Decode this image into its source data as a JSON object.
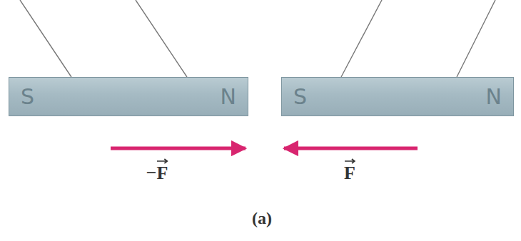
{
  "diagram": {
    "nodes": [
      {
        "text": [
          "S",
          "N"
        ]
      },
      {
        "text": [
          "S",
          "N"
        ]
      }
    ],
    "labels": [
      "−F",
      "F",
      "(a)"
    ]
  }
}
